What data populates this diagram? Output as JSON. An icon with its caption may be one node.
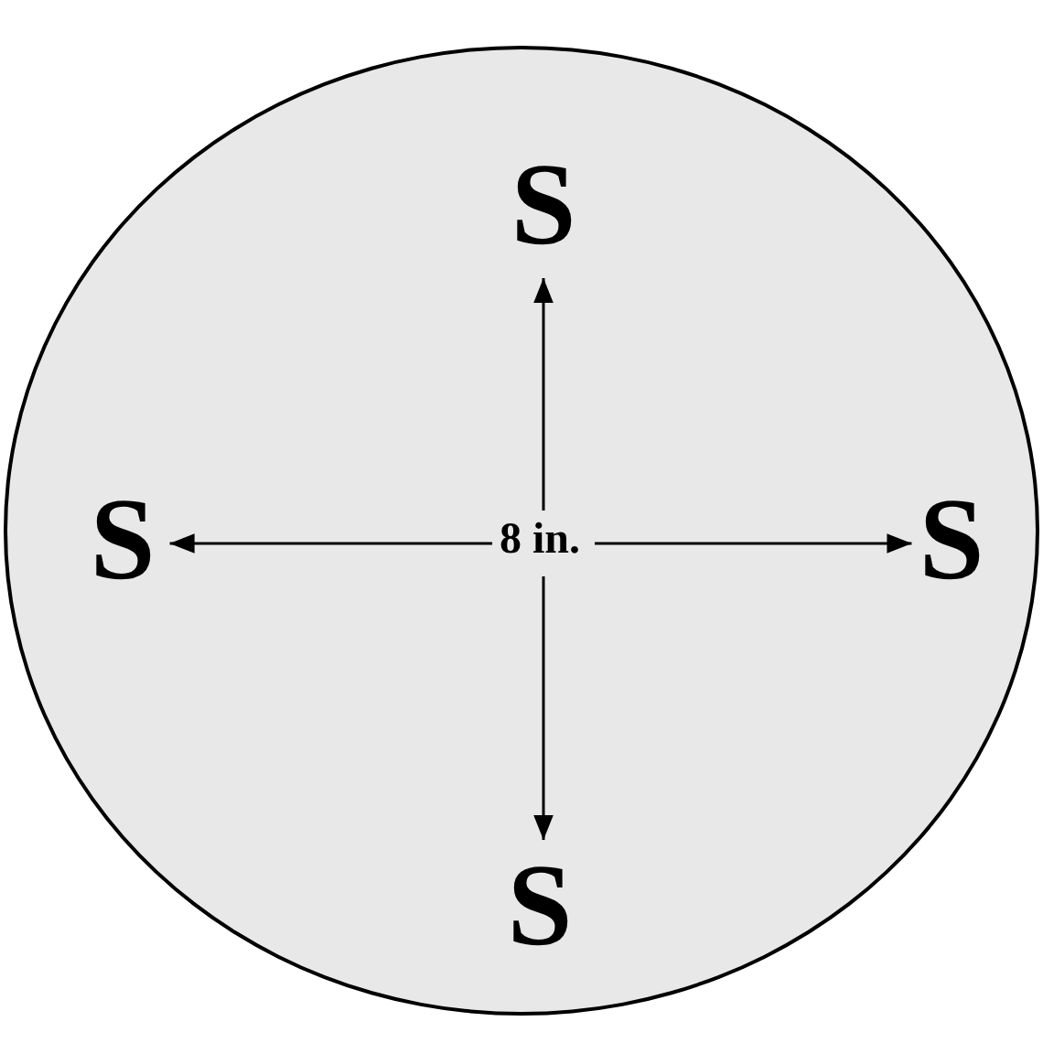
{
  "diagram": {
    "nodes": [
      {
        "text": [],
        "shape": "circle"
      },
      {
        "text": [
          "S"
        ],
        "in": 0
      },
      {
        "text": [
          "S"
        ],
        "in": 0
      },
      {
        "text": [
          "8 in."
        ],
        "in": 0
      },
      {
        "text": [
          "S"
        ],
        "in": 0
      },
      {
        "text": [
          "S"
        ],
        "in": 0
      }
    ],
    "edges": [
      {
        "from": 3,
        "to": 1,
        "arrow": "to"
      },
      {
        "from": 3,
        "to": 2,
        "arrow": "to"
      },
      {
        "from": 3,
        "to": 4,
        "arrow": "to"
      },
      {
        "from": 3,
        "to": 5,
        "arrow": "to"
      }
    ]
  }
}
